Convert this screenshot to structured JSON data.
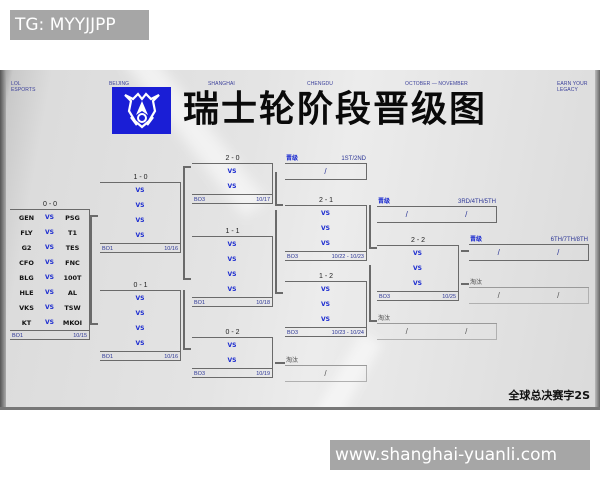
{
  "watermarks": {
    "top": "TG: MYYJJPP",
    "bottom": "www.shanghai-yuanli.com"
  },
  "header": {
    "left_line1": "LOL",
    "left_line2": "ESPORTS",
    "city1": "BEIJING",
    "city2": "SHANGHAI",
    "city3": "CHENGDU",
    "dates": "OCTOBER — NOVEMBER",
    "right_line1": "EARN YOUR",
    "right_line2": "LEGACY",
    "title": "瑞士轮阶段晋级图",
    "logo_icon": "worlds-trophy-icon",
    "logo_color": "#1a1ed6"
  },
  "footer_logo": "全球总决赛字2S",
  "colors": {
    "vs": "#1a2ad0",
    "label_blue": "#2b3596",
    "line": "#6a6a6a"
  },
  "vs_label": "VS",
  "rounds": {
    "r00": {
      "record": "0 - 0",
      "format": "BO1",
      "date": "10/15",
      "matches": [
        {
          "a": "GEN",
          "b": "PSG"
        },
        {
          "a": "FLY",
          "b": "T1"
        },
        {
          "a": "G2",
          "b": "TES"
        },
        {
          "a": "CFO",
          "b": "FNC"
        },
        {
          "a": "BLG",
          "b": "100T"
        },
        {
          "a": "HLE",
          "b": "AL"
        },
        {
          "a": "VKS",
          "b": "TSW"
        },
        {
          "a": "KT",
          "b": "MKOI"
        }
      ]
    },
    "r10": {
      "record": "1 - 0",
      "format": "BO1",
      "date": "10/16",
      "match_count": 4
    },
    "r01": {
      "record": "0 - 1",
      "format": "BO1",
      "date": "10/16",
      "match_count": 4
    },
    "r20": {
      "record": "2 - 0",
      "format": "BO3",
      "date": "10/17",
      "match_count": 2
    },
    "r11": {
      "record": "1 - 1",
      "format": "BO1",
      "date": "10/18",
      "match_count": 4
    },
    "r02": {
      "record": "0 - 2",
      "format": "BO3",
      "date": "10/19",
      "match_count": 2
    },
    "r21": {
      "record": "2 - 1",
      "format": "BO3",
      "date": "10/22 - 10/23",
      "match_count": 3
    },
    "r12": {
      "record": "1 - 2",
      "format": "BO3",
      "date": "10/23 - 10/24",
      "match_count": 3
    },
    "r22": {
      "record": "2 - 2",
      "format": "BO3",
      "date": "10/25",
      "match_count": 3
    }
  },
  "results": {
    "adv_1": {
      "label": "晋级",
      "rank": "1ST/2ND",
      "slots": [
        "/"
      ]
    },
    "adv_2": {
      "label": "晋级",
      "rank": "3RD/4TH/5TH",
      "slots": [
        "/",
        "/"
      ]
    },
    "adv_3": {
      "label": "晋级",
      "rank": "6TH/7TH/8TH",
      "slots": [
        "/",
        "/"
      ]
    },
    "elim_1": {
      "label": "淘汰",
      "slots": [
        "/"
      ]
    },
    "elim_2": {
      "label": "淘汰",
      "slots": [
        "/",
        "/"
      ]
    },
    "elim_3": {
      "label": "淘汰",
      "slots": [
        "/",
        "/"
      ]
    }
  }
}
